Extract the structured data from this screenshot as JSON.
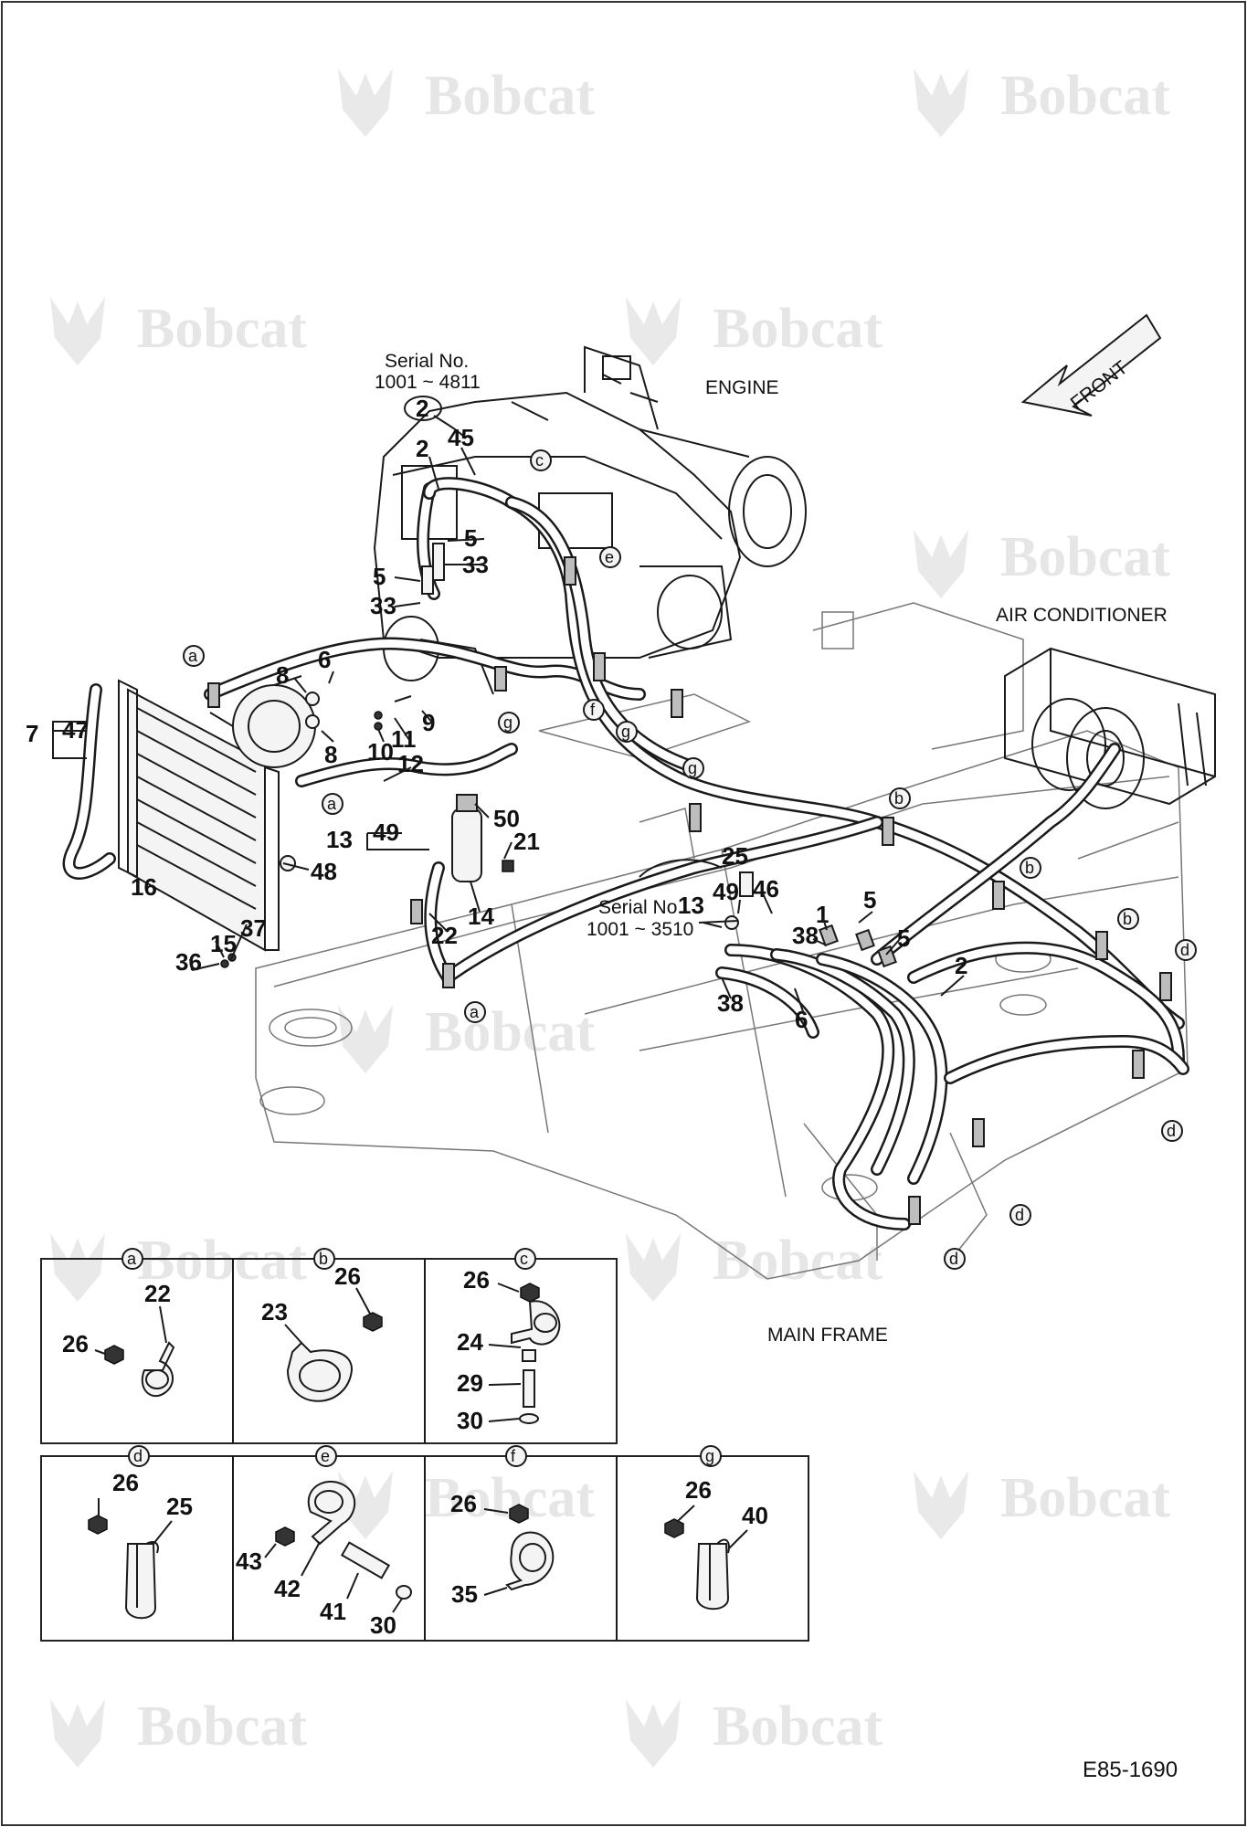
{
  "watermark": {
    "text": "Bobcat",
    "logo": "bobcat-head-logo"
  },
  "serial_note_top": {
    "line1": "Serial No.",
    "line2": "1001 ~ 4811",
    "item": "2"
  },
  "serial_note_mid": {
    "line1": "Serial No.",
    "line2": "1001 ~ 3510"
  },
  "section_labels": {
    "engine": "ENGINE",
    "air_conditioner": "AIR CONDITIONER",
    "main_frame": "MAIN FRAME",
    "front": "FRONT"
  },
  "figure_code": "E85-1690",
  "callouts": [
    {
      "id": "c1",
      "text": "45"
    },
    {
      "id": "c2",
      "text": "2"
    },
    {
      "id": "c3",
      "text": "5"
    },
    {
      "id": "c4",
      "text": "33"
    },
    {
      "id": "c5",
      "text": "5"
    },
    {
      "id": "c6",
      "text": "33"
    },
    {
      "id": "c7",
      "text": "6"
    },
    {
      "id": "c8",
      "text": "8"
    },
    {
      "id": "c9",
      "text": "9"
    },
    {
      "id": "c10",
      "text": "8"
    },
    {
      "id": "c11",
      "text": "10"
    },
    {
      "id": "c12",
      "text": "11"
    },
    {
      "id": "c13",
      "text": "12"
    },
    {
      "id": "c14",
      "text": "7"
    },
    {
      "id": "c15",
      "text": "47"
    },
    {
      "id": "c16",
      "text": "50"
    },
    {
      "id": "c17",
      "text": "13"
    },
    {
      "id": "c18",
      "text": "49"
    },
    {
      "id": "c19",
      "text": "21"
    },
    {
      "id": "c20",
      "text": "48"
    },
    {
      "id": "c21",
      "text": "16"
    },
    {
      "id": "c22",
      "text": "37"
    },
    {
      "id": "c23",
      "text": "15"
    },
    {
      "id": "c24",
      "text": "36"
    },
    {
      "id": "c25",
      "text": "14"
    },
    {
      "id": "c26",
      "text": "22"
    },
    {
      "id": "c27",
      "text": "25"
    },
    {
      "id": "c28",
      "text": "13"
    },
    {
      "id": "c29",
      "text": "49"
    },
    {
      "id": "c30",
      "text": "46"
    },
    {
      "id": "c31",
      "text": "1"
    },
    {
      "id": "c32",
      "text": "38"
    },
    {
      "id": "c33",
      "text": "5"
    },
    {
      "id": "c34",
      "text": "5"
    },
    {
      "id": "c35",
      "text": "2"
    },
    {
      "id": "c36",
      "text": "38"
    },
    {
      "id": "c37",
      "text": "6"
    }
  ],
  "clip_letters": [
    {
      "id": "a1",
      "text": "a"
    },
    {
      "id": "a2",
      "text": "a"
    },
    {
      "id": "a3",
      "text": "a"
    },
    {
      "id": "b1",
      "text": "b"
    },
    {
      "id": "b2",
      "text": "b"
    },
    {
      "id": "b3",
      "text": "b"
    },
    {
      "id": "c1",
      "text": "c"
    },
    {
      "id": "d1",
      "text": "d"
    },
    {
      "id": "d2",
      "text": "d"
    },
    {
      "id": "d3",
      "text": "d"
    },
    {
      "id": "d4",
      "text": "d"
    },
    {
      "id": "e1",
      "text": "e"
    },
    {
      "id": "f1",
      "text": "f"
    },
    {
      "id": "g1",
      "text": "g"
    },
    {
      "id": "g2",
      "text": "g"
    },
    {
      "id": "g3",
      "text": "g"
    }
  ],
  "detail_panels": [
    {
      "key": "a",
      "labels": [
        "22",
        "26"
      ]
    },
    {
      "key": "b",
      "labels": [
        "26",
        "23"
      ]
    },
    {
      "key": "c",
      "labels": [
        "26",
        "24",
        "29",
        "30"
      ]
    },
    {
      "key": "d",
      "labels": [
        "26",
        "25"
      ]
    },
    {
      "key": "e",
      "labels": [
        "43",
        "42",
        "41",
        "30"
      ]
    },
    {
      "key": "f",
      "labels": [
        "26",
        "35"
      ]
    },
    {
      "key": "g",
      "labels": [
        "26",
        "40"
      ]
    }
  ]
}
